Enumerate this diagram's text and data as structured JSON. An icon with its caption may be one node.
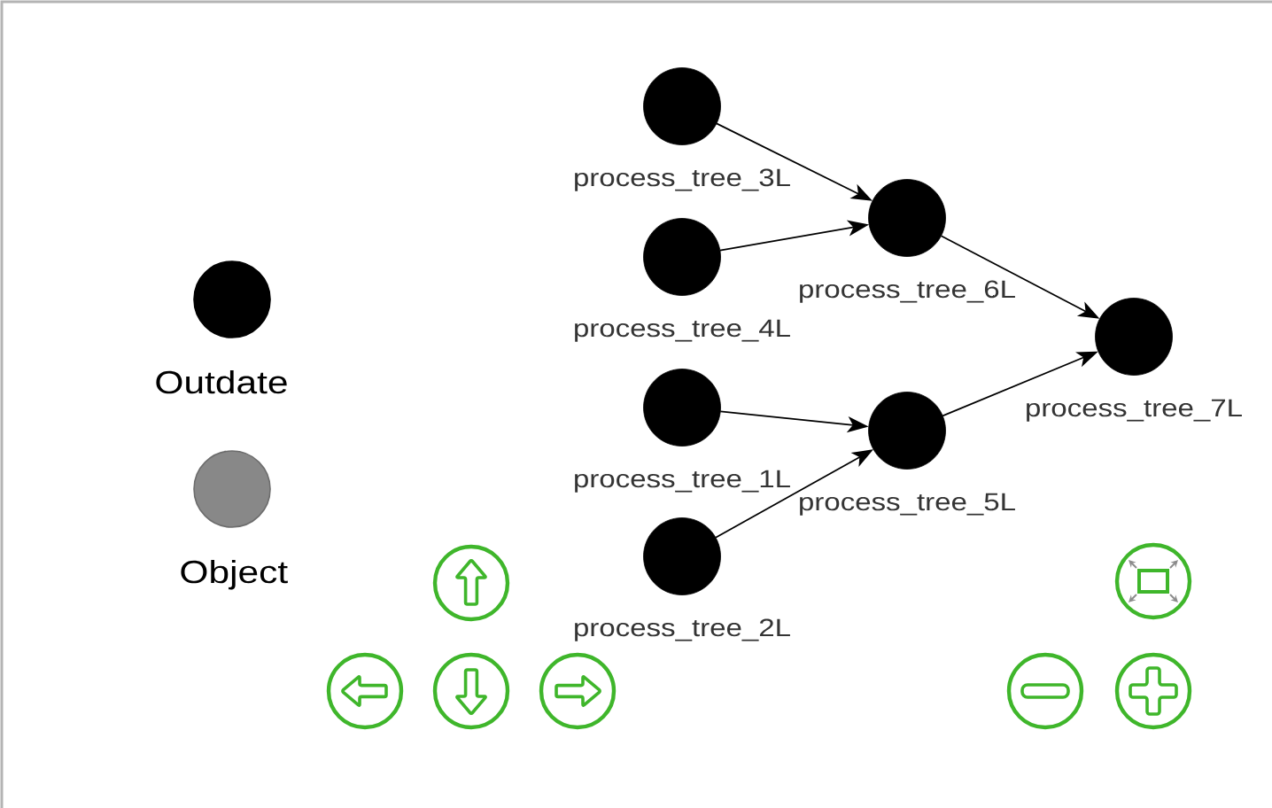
{
  "diagram": {
    "nodes": [
      {
        "text": [
          "process_tree_3L"
        ]
      },
      {
        "text": [
          "process_tree_4L"
        ]
      },
      {
        "text": [
          "process_tree_1L"
        ]
      },
      {
        "text": [
          "process_tree_2L"
        ]
      },
      {
        "text": [
          "process_tree_6L"
        ]
      },
      {
        "text": [
          "process_tree_5L"
        ]
      },
      {
        "text": [
          "process_tree_7L"
        ]
      }
    ],
    "edges": [
      {
        "from": 0,
        "to": 4,
        "arrow": "to"
      },
      {
        "from": 1,
        "to": 4,
        "arrow": "to"
      },
      {
        "from": 2,
        "to": 5,
        "arrow": "to"
      },
      {
        "from": 3,
        "to": 5,
        "arrow": "to"
      },
      {
        "from": 4,
        "to": 6,
        "arrow": "to"
      },
      {
        "from": 5,
        "to": 6,
        "arrow": "to"
      }
    ],
    "legend": [
      {
        "text": "Outdate",
        "color": "#000000"
      },
      {
        "text": "Object",
        "color": "#888888"
      }
    ]
  }
}
